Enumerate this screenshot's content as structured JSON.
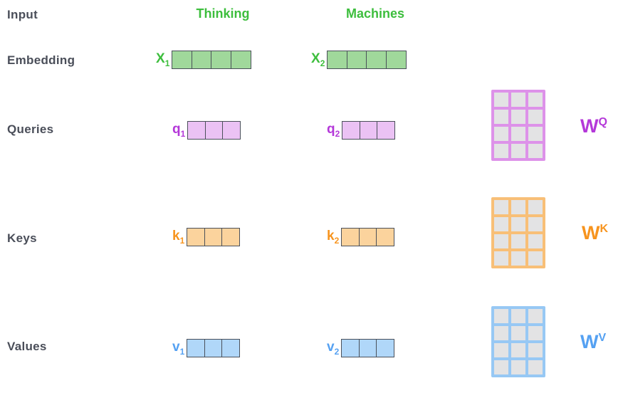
{
  "colors": {
    "label_text": "#4a4e59",
    "green": "#3dbe3d",
    "green_fill": "#a0d89b",
    "purple": "#b438d9",
    "purple_fill": "#ebc2f4",
    "purple_matrix_border": "#dd92e9",
    "orange": "#f7941e",
    "orange_fill": "#fbd39d",
    "orange_matrix_border": "#f8bf77",
    "blue": "#55a1f2",
    "blue_fill": "#b0d7f9",
    "blue_matrix_border": "#97c8f4",
    "vector_border": "#4a505a",
    "matrix_cell_fill": "#e3e3e4"
  },
  "header": {
    "input_label": "Input",
    "tokens": [
      {
        "label": "Thinking"
      },
      {
        "label": "Machines"
      }
    ]
  },
  "rows": {
    "embedding": {
      "label": "Embedding",
      "vectors": [
        {
          "base": "X",
          "sub": "1",
          "cells": 4
        },
        {
          "base": "X",
          "sub": "2",
          "cells": 4
        }
      ]
    },
    "queries": {
      "label": "Queries",
      "vectors": [
        {
          "base": "q",
          "sub": "1",
          "cells": 3
        },
        {
          "base": "q",
          "sub": "2",
          "cells": 3
        }
      ],
      "matrix": {
        "base": "W",
        "sup": "Q",
        "rows": 4,
        "cols": 3
      }
    },
    "keys": {
      "label": "Keys",
      "vectors": [
        {
          "base": "k",
          "sub": "1",
          "cells": 3
        },
        {
          "base": "k",
          "sub": "2",
          "cells": 3
        }
      ],
      "matrix": {
        "base": "W",
        "sup": "K",
        "rows": 4,
        "cols": 3
      }
    },
    "values": {
      "label": "Values",
      "vectors": [
        {
          "base": "v",
          "sub": "1",
          "cells": 3
        },
        {
          "base": "v",
          "sub": "2",
          "cells": 3
        }
      ],
      "matrix": {
        "base": "W",
        "sup": "V",
        "rows": 4,
        "cols": 3
      }
    }
  }
}
